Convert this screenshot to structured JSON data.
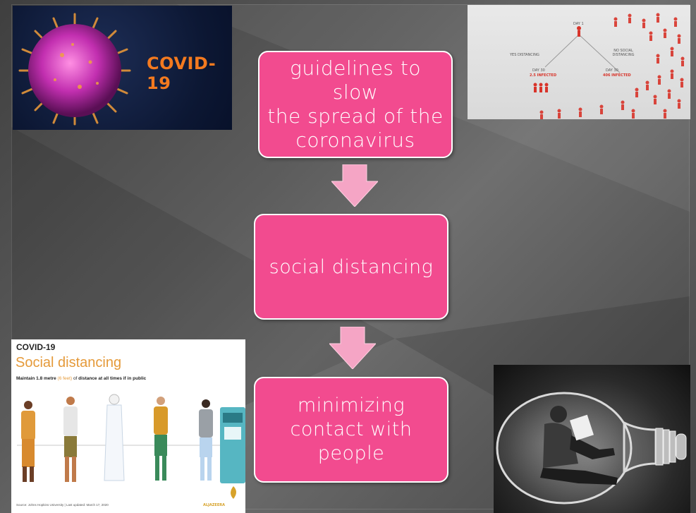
{
  "flow": {
    "steps": [
      {
        "label": "guidelines to slow the spread of the coronavirus",
        "lines": [
          "guidelines to slow",
          "the spread of the",
          "coronavirus"
        ]
      },
      {
        "label": "social distancing",
        "lines": [
          "social distancing"
        ]
      },
      {
        "label": "minimizing contact with people",
        "lines": [
          "minimizing",
          "contact with",
          "people"
        ]
      }
    ]
  },
  "images": {
    "covid": {
      "title": "COVID-19"
    },
    "chart": {
      "day1": "DAY 1",
      "left_branch": "YES DISTANCING",
      "right_branch": "NO SOCIAL DISTANCING",
      "left_day": "DAY 30",
      "left_result": "2.5 INFECTED",
      "right_day": "DAY 30",
      "right_result": "406 INFECTED"
    },
    "social": {
      "title": "COVID-19",
      "subtitle": "Social distancing",
      "guideline_pre": "Maintain 1.8 metre",
      "guideline_paren": "(6 feet)",
      "guideline_mid": "of",
      "guideline_bold": "distance at all times if in public",
      "footer": "Source: Johns Hopkins University | Last updated: March 17, 2020",
      "brand": "ALJAZEERA"
    }
  },
  "colors": {
    "box_fill": "#f24b8f",
    "box_border": "#ffffff",
    "arrow_fill": "#f5a5c5",
    "background": "#5d5d5d",
    "covid_orange": "#f47a1f",
    "subtitle_orange": "#e59a3a"
  }
}
